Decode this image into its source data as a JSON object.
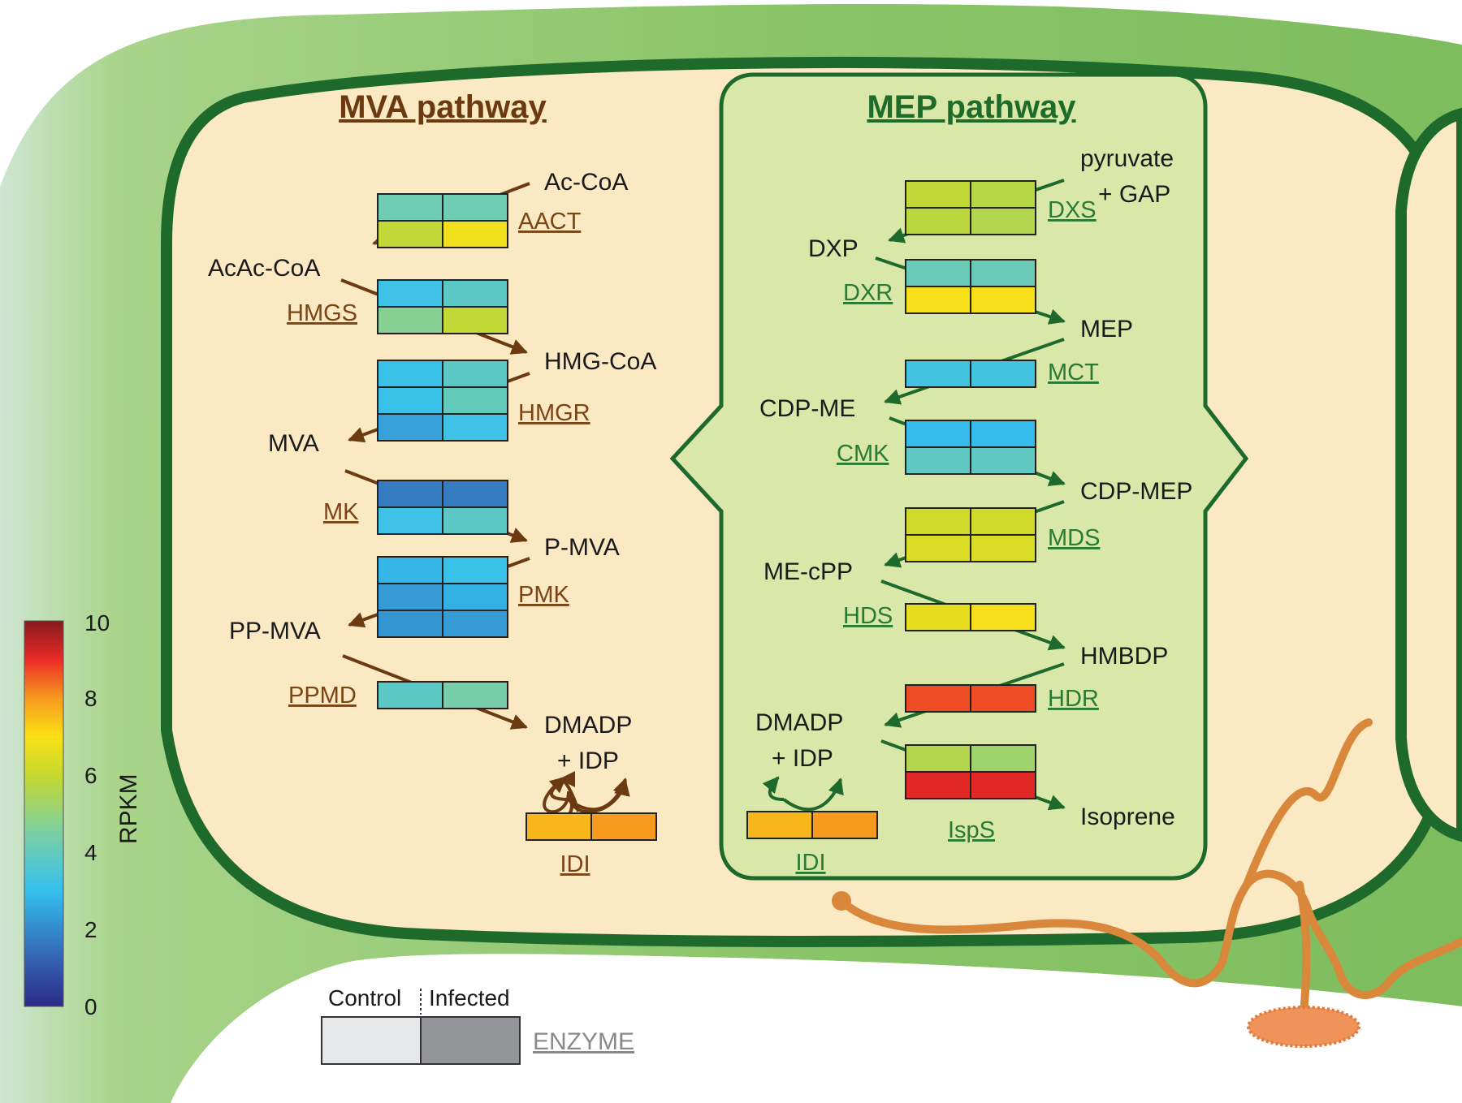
{
  "colors": {
    "cell_wall_green": "#8cc56a",
    "cytoplasm": "#fbe9c3",
    "chloroplast_fill": "#d9e8a8",
    "dark_green": "#1e6a2c",
    "mva_brown": "#6b3a10",
    "hypha_orange": "#d9873a"
  },
  "mva": {
    "title": "MVA pathway",
    "metabolites": {
      "accoa": "Ac-CoA",
      "acaccoa": "AcAc-CoA",
      "hmgcoa": "HMG-CoA",
      "mva": "MVA",
      "pmva": "P-MVA",
      "ppmva": "PP-MVA",
      "dmadp": "DMADP",
      "idp": "+ IDP"
    },
    "enzymes": [
      {
        "name": "AACT",
        "rows": [
          [
            4.2,
            4.2
          ],
          [
            5.9,
            6.8
          ]
        ]
      },
      {
        "name": "HMGS",
        "rows": [
          [
            3.2,
            3.8
          ],
          [
            4.7,
            5.9
          ]
        ]
      },
      {
        "name": "HMGR",
        "rows": [
          [
            3.1,
            3.8
          ],
          [
            3.1,
            4.0
          ],
          [
            2.4,
            3.2
          ]
        ]
      },
      {
        "name": "MK",
        "rows": [
          [
            1.7,
            1.7
          ],
          [
            3.2,
            3.8
          ]
        ]
      },
      {
        "name": "PMK",
        "rows": [
          [
            2.8,
            3.1
          ],
          [
            2.3,
            2.7
          ],
          [
            2.2,
            2.3
          ]
        ]
      },
      {
        "name": "PPMD",
        "rows": [
          [
            3.8,
            4.4
          ]
        ]
      },
      {
        "name": "IDI",
        "rows": [
          [
            7.6,
            8.0
          ]
        ]
      }
    ]
  },
  "mep": {
    "title": "MEP pathway",
    "metabolites": {
      "pyruvate": "pyruvate",
      "gap": "+ GAP",
      "dxp": "DXP",
      "mep": "MEP",
      "cdpme": "CDP-ME",
      "cdpmep": "CDP-MEP",
      "mecpp": "ME-cPP",
      "hmbdp": "HMBDP",
      "dmadp": "DMADP",
      "idp": "+ IDP",
      "isoprene": "Isoprene"
    },
    "enzymes": [
      {
        "name": "DXS",
        "rows": [
          [
            5.9,
            5.7
          ],
          [
            5.8,
            5.6
          ]
        ]
      },
      {
        "name": "DXR",
        "rows": [
          [
            4.1,
            4.1
          ],
          [
            6.9,
            6.9
          ]
        ]
      },
      {
        "name": "MCT",
        "rows": [
          [
            3.3,
            3.3
          ]
        ]
      },
      {
        "name": "CMK",
        "rows": [
          [
            2.9,
            2.9
          ],
          [
            3.9,
            3.9
          ]
        ]
      },
      {
        "name": "MDS",
        "rows": [
          [
            6.2,
            6.2
          ],
          [
            6.4,
            6.4
          ]
        ]
      },
      {
        "name": "HDS",
        "rows": [
          [
            6.6,
            6.9
          ]
        ]
      },
      {
        "name": "HDR",
        "rows": [
          [
            8.7,
            8.7
          ]
        ]
      },
      {
        "name": "IDI",
        "rows": [
          [
            7.6,
            8.0
          ]
        ]
      },
      {
        "name": "IspS",
        "rows": [
          [
            5.6,
            5.2
          ],
          [
            9.1,
            9.1
          ]
        ]
      }
    ]
  },
  "colorbar": {
    "label": "RPKM",
    "ticks": [
      "0",
      "2",
      "4",
      "6",
      "8",
      "10"
    ],
    "min": 0,
    "max": 10
  },
  "legend": {
    "control": "Control",
    "infected": "Infected",
    "enzyme": "ENZYME",
    "control_color": "#e6e7e8",
    "infected_color": "#939598"
  }
}
